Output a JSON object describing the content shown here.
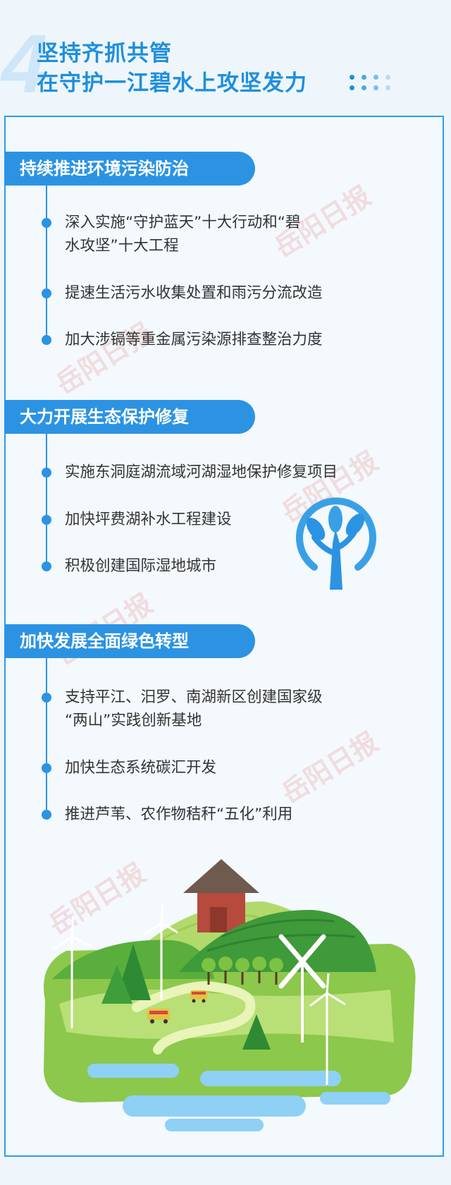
{
  "header": {
    "number": "4",
    "title_line1": "坚持齐抓共管",
    "title_line2": "在守护一江碧水上攻坚发力"
  },
  "sections": [
    {
      "title": "持续推进环境污染防治",
      "items": [
        "深入实施“守护蓝天”十大行动和“碧",
        "水攻坚”十大工程",
        "提速生活污水收集处置和雨污分流改造",
        "加大涉镉等重金属污染源排查整治力度"
      ]
    },
    {
      "title": "大力开展生态保护修复",
      "items": [
        "实施东洞庭湖流域河湖湿地保护修复项目",
        "加快坪费湖补水工程建设",
        "积极创建国际湿地城市"
      ]
    },
    {
      "title": "加快发展全面绿色转型",
      "items": [
        "支持平江、汨罗、南湖新区创建国家级",
        "“两山”实践创新基地",
        "加快生态系统碳汇开发",
        "推进芦苇、农作物秸秆“五化”利用"
      ]
    }
  ],
  "watermark": "岳阳日报",
  "colors": {
    "primary_blue": "#2c93e3",
    "title_blue": "#1f8fdd",
    "panel_bg": "#f3f9fd",
    "text": "#333333",
    "grass_green": "#7cc243"
  },
  "icons": [
    "tree-icon",
    "landscape-illustration"
  ]
}
